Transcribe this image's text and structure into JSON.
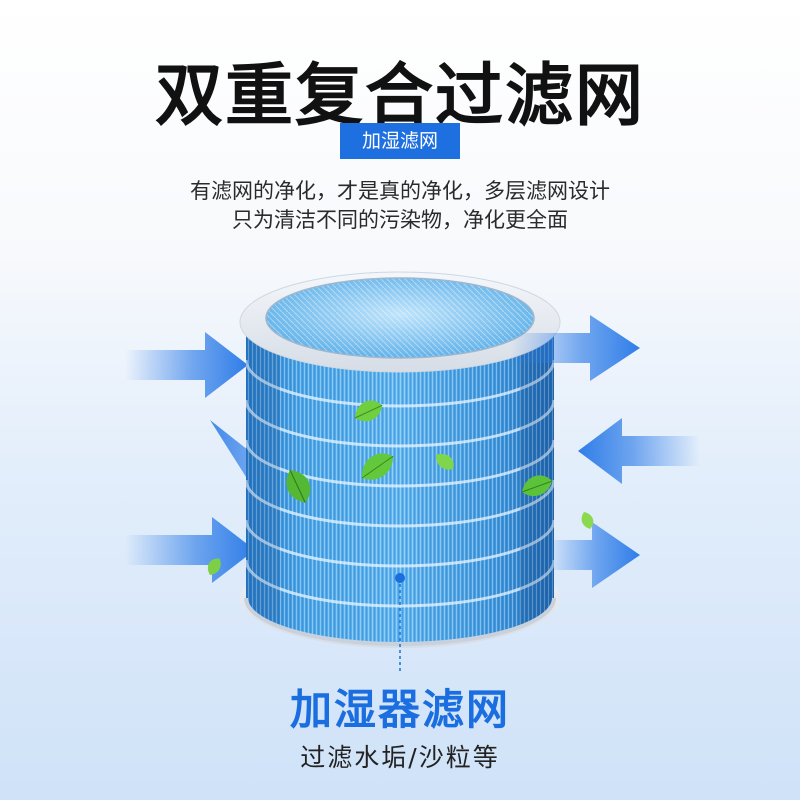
{
  "title": "双重复合过滤网",
  "badge": "加湿滤网",
  "description": {
    "line1": "有滤网的净化，才是真的净化，多层滤网设计",
    "line2": "只为清洁不同的污染物，净化更全面"
  },
  "product": {
    "name": "加湿器滤网",
    "feature": "过滤水垢/沙粒等"
  },
  "colors": {
    "accent": "#1e6fe0",
    "filter_blue": "#3d9be0",
    "leaf_green": "#5fc43a",
    "arrow_blue": "#2f7de8"
  },
  "icons": [
    "airflow-arrow-icon",
    "leaf-icon"
  ]
}
